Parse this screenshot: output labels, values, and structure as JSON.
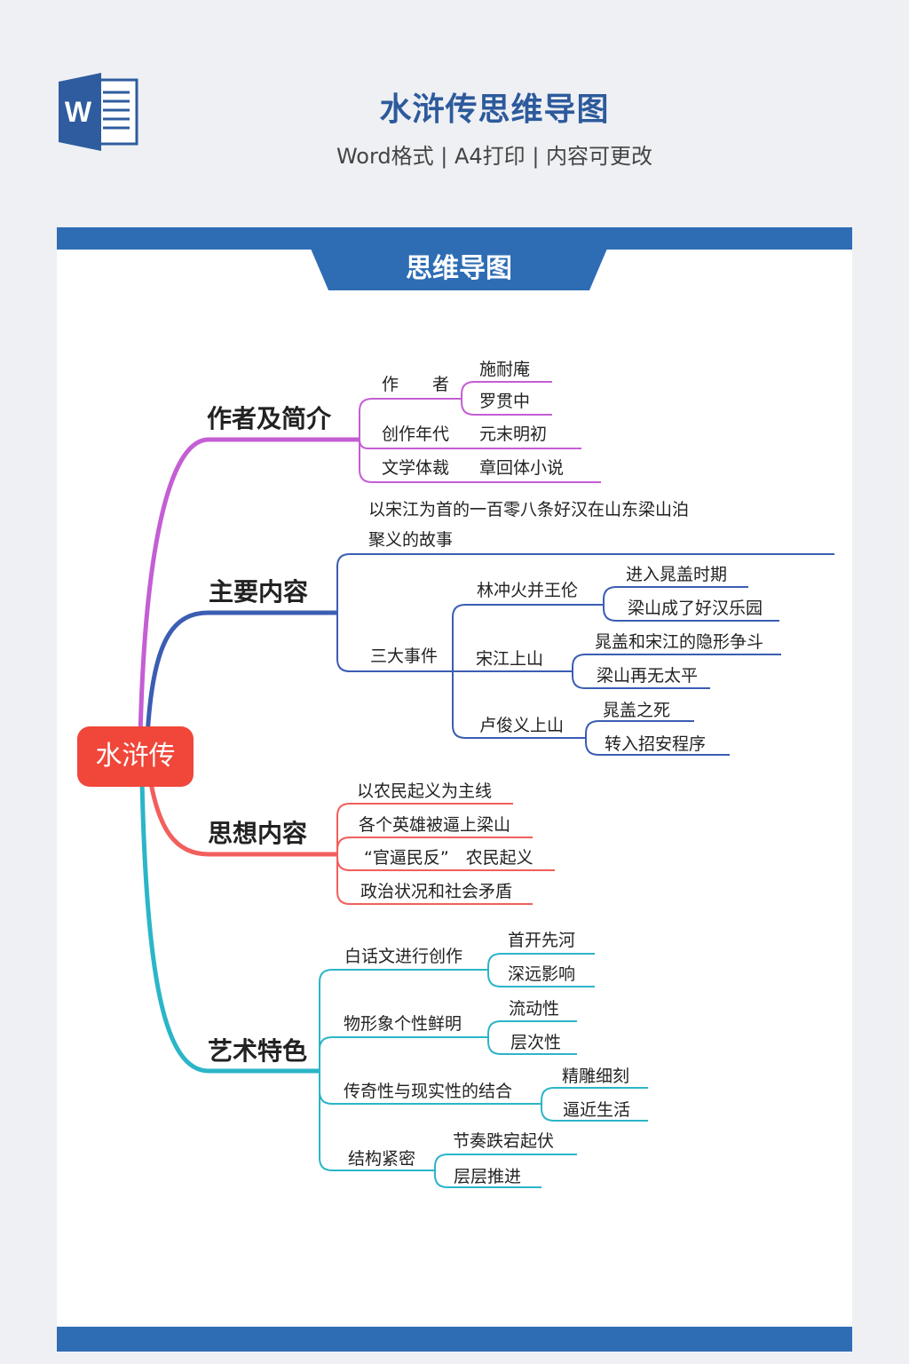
{
  "header": {
    "title": "水浒传思维导图",
    "subtitle": "Word格式 | A4打印 | 内容可更改",
    "icon": "word-icon"
  },
  "banner": "思维导图",
  "root": "水浒传",
  "colors": {
    "author": "#c45ed4",
    "content": "#3b5db3",
    "thought": "#f25f5c",
    "art": "#2bb5c8",
    "root": "#f0473a",
    "brand": "#2e6db4"
  },
  "author": {
    "label": "作者及简介",
    "author_key": "作　　者",
    "author_vals": [
      "施耐庵",
      "罗贯中"
    ],
    "era_key": "创作年代",
    "era_val": "元末明初",
    "genre_key": "文学体裁",
    "genre_val": "章回体小说"
  },
  "content": {
    "label": "主要内容",
    "summary1": "以宋江为首的一百零八条好汉在山东梁山泊",
    "summary2": "聚义的故事",
    "events": "三大事件",
    "e1": "林冲火并王伦",
    "e1a": "进入晁盖时期",
    "e1b": "梁山成了好汉乐园",
    "e2": "宋江上山",
    "e2a": "晁盖和宋江的隐形争斗",
    "e2b": "梁山再无太平",
    "e3": "卢俊义上山",
    "e3a": "晁盖之死",
    "e3b": "转入招安程序"
  },
  "thought": {
    "label": "思想内容",
    "items": [
      "以农民起义为主线",
      "各个英雄被逼上梁山",
      "“官逼民反”　农民起义",
      "政治状况和社会矛盾"
    ]
  },
  "art": {
    "label": "艺术特色",
    "a1": "白话文进行创作",
    "a1a": "首开先河",
    "a1b": "深远影响",
    "a2": "物形象个性鲜明",
    "a2a": "流动性",
    "a2b": "层次性",
    "a3": "传奇性与现实性的结合",
    "a3a": "精雕细刻",
    "a3b": "逼近生活",
    "a4": "结构紧密",
    "a4a": "节奏跌宕起伏",
    "a4b": "层层推进"
  }
}
